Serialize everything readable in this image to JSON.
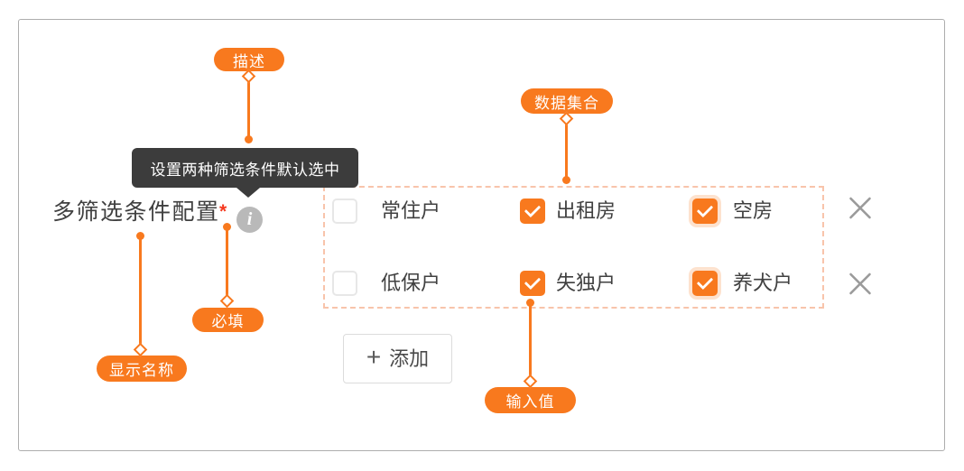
{
  "panel": {
    "field_label": "多筛选条件配置",
    "required_mark": "*",
    "tooltip_text": "设置两种筛选条件默认选中",
    "add_button_label": "添加",
    "checkbox_rows": [
      {
        "options": [
          {
            "label": "常住户",
            "checked": false,
            "glow": false
          },
          {
            "label": "出租房",
            "checked": true,
            "glow": false
          },
          {
            "label": "空房",
            "checked": true,
            "glow": true
          }
        ]
      },
      {
        "options": [
          {
            "label": "低保户",
            "checked": false,
            "glow": false
          },
          {
            "label": "失独户",
            "checked": true,
            "glow": false
          },
          {
            "label": "养犬户",
            "checked": true,
            "glow": true
          }
        ]
      }
    ]
  },
  "annotations": {
    "description": {
      "label": "描述"
    },
    "dataset": {
      "label": "数据集合"
    },
    "required": {
      "label": "必填"
    },
    "display_name": {
      "label": "显示名称"
    },
    "input_value": {
      "label": "输入值"
    }
  },
  "icons": {
    "info": "i",
    "plus": "+",
    "close": "✕",
    "check": "✓"
  },
  "colors": {
    "accent_orange": "#F8791E",
    "dashed_border": "#F8C4AB",
    "checkbox_halo": "rgba(248,121,30,0.22)",
    "tooltip_bg": "#3C3C3C",
    "text_dark": "#404040",
    "required_red": "#F5391F",
    "info_icon_bg": "#B9B9B9",
    "close_icon": "#9A9A9A",
    "panel_border": "#ADADAD",
    "button_border": "#DCDCDC"
  }
}
